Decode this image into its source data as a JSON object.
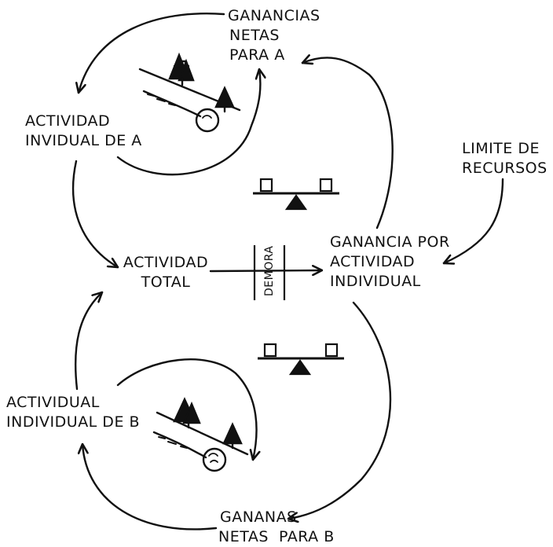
{
  "labels": {
    "ganancias_a": [
      "GANANCIAS",
      "NETAS",
      "PARA A"
    ],
    "actividad_a": [
      "ACTIVIDAD",
      "INVIDUAL DE A"
    ],
    "limite": [
      "LIMITE DE",
      "RECURSOS"
    ],
    "actividad_total": [
      "ACTIVIDAD",
      "TOTAL"
    ],
    "ganancia_por": [
      "GANANCIA POR",
      "ACTIVIDAD",
      "INDIVIDUAL"
    ],
    "actividad_b": [
      "ACTIVIDUAL",
      "INDIVIDUAL DE B"
    ],
    "gananas_b": [
      "GANANAS",
      "NETAS  PARA B"
    ]
  },
  "delay_label": "DEMORA",
  "loop_icons": {
    "reinforcing": "snowball-on-hill-icon",
    "balancing": "seesaw-balance-icon"
  },
  "colors": {
    "ink": "#111111",
    "background": "#ffffff"
  }
}
